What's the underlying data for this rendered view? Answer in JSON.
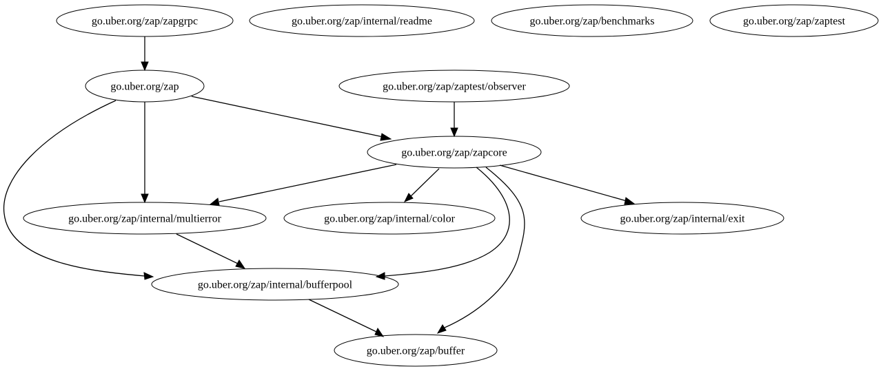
{
  "graph": {
    "nodes": [
      {
        "id": "zapgrpc",
        "label": "go.uber.org/zap/zapgrpc"
      },
      {
        "id": "readme",
        "label": "go.uber.org/zap/internal/readme"
      },
      {
        "id": "benchmarks",
        "label": "go.uber.org/zap/benchmarks"
      },
      {
        "id": "zaptest",
        "label": "go.uber.org/zap/zaptest"
      },
      {
        "id": "zap",
        "label": "go.uber.org/zap"
      },
      {
        "id": "observer",
        "label": "go.uber.org/zap/zaptest/observer"
      },
      {
        "id": "zapcore",
        "label": "go.uber.org/zap/zapcore"
      },
      {
        "id": "multierror",
        "label": "go.uber.org/zap/internal/multierror"
      },
      {
        "id": "color",
        "label": "go.uber.org/zap/internal/color"
      },
      {
        "id": "exit",
        "label": "go.uber.org/zap/internal/exit"
      },
      {
        "id": "bufferpool",
        "label": "go.uber.org/zap/internal/bufferpool"
      },
      {
        "id": "buffer",
        "label": "go.uber.org/zap/buffer"
      }
    ],
    "edges": [
      {
        "from": "zapgrpc",
        "to": "zap"
      },
      {
        "from": "zap",
        "to": "zapcore"
      },
      {
        "from": "zap",
        "to": "multierror"
      },
      {
        "from": "zap",
        "to": "bufferpool"
      },
      {
        "from": "observer",
        "to": "zapcore"
      },
      {
        "from": "zapcore",
        "to": "multierror"
      },
      {
        "from": "zapcore",
        "to": "color"
      },
      {
        "from": "zapcore",
        "to": "exit"
      },
      {
        "from": "zapcore",
        "to": "bufferpool"
      },
      {
        "from": "zapcore",
        "to": "buffer"
      },
      {
        "from": "multierror",
        "to": "bufferpool"
      },
      {
        "from": "bufferpool",
        "to": "buffer"
      }
    ]
  }
}
